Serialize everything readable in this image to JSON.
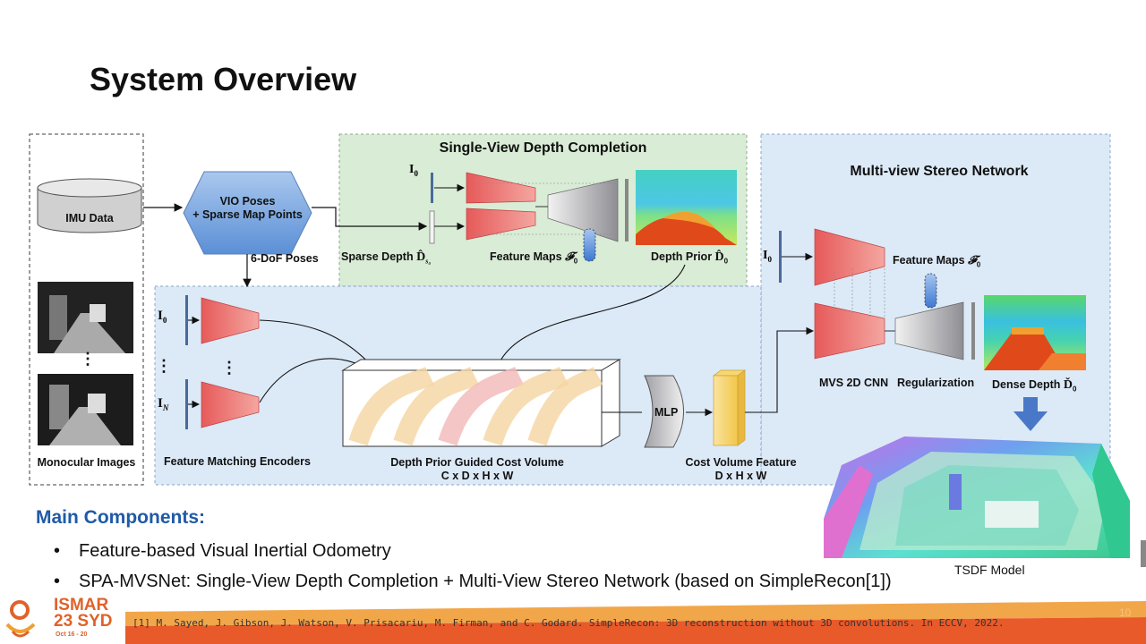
{
  "slide": {
    "title": "System Overview",
    "page_number": "10"
  },
  "diagram": {
    "imu_data": "IMU Data",
    "vio_poses_line1": "VIO Poses",
    "vio_poses_line2": "+ Sparse Map Points",
    "six_dof_poses": "6-DoF Poses",
    "monocular_images": "Monocular Images",
    "feature_matching_encoders": "Feature Matching Encoders",
    "input_i0": "I",
    "input_i0_sub": "0",
    "input_in": "I",
    "input_in_sub": "N",
    "single_view_title": "Single-View Depth Completion",
    "sparse_depth": "Sparse Depth",
    "feature_maps": "Feature Maps",
    "depth_prior": "Depth Prior",
    "multi_view_title": "Multi-view Stereo Network",
    "mvs_feature_maps": "Feature Maps",
    "mvs_2d_cnn": "MVS 2D CNN",
    "regularization": "Regularization",
    "dense_depth": "Dense Depth",
    "cost_volume_line1": "Depth Prior Guided Cost Volume",
    "cost_volume_line2": "C x D x H x W",
    "mlp": "MLP",
    "cost_volume_feature_line1": "Cost Volume Feature",
    "cost_volume_feature_line2": "D x H x W",
    "tsdf_model": "TSDF Model"
  },
  "components": {
    "heading": "Main Components:",
    "items": [
      "Feature-based Visual Inertial Odometry",
      "SPA-MVSNet: Single-View Depth Completion + Multi-View Stereo Network (based on SimpleRecon[1])"
    ]
  },
  "reference": "[1] M. Sayed, J. Gibson, J. Watson, V. Prisacariu, M. Firman, and C. Godard. SimpleRecon: 3D reconstruction without 3D convolutions. In ECCV, 2022.",
  "logo": {
    "line1": "ISMAR",
    "line2": "23 SYD",
    "dates": "Oct 16 - 20"
  },
  "colors": {
    "encoder_red": "#e86a6a",
    "decoder_gray": "#a8a8ac",
    "single_view_bg": "#d9ecd6",
    "multi_view_bg": "#dce9f7",
    "accent_blue": "#1f5aa8",
    "logo_orange": "#e0622a"
  }
}
